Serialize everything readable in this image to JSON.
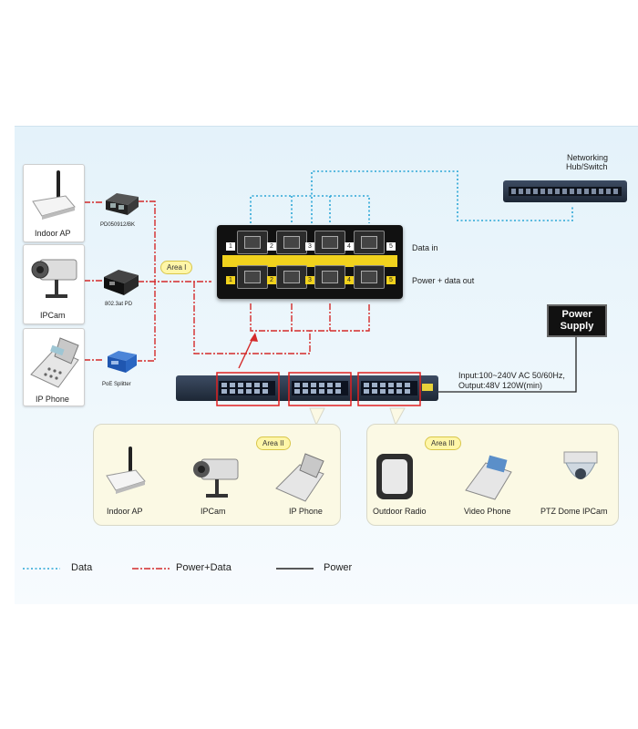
{
  "hub": {
    "label_line1": "Networking",
    "label_line2": "Hub/Switch"
  },
  "devices_left": [
    {
      "label": "Indoor AP"
    },
    {
      "label": "IPCam"
    },
    {
      "label": "IP Phone"
    }
  ],
  "adapters": [
    {
      "label": "PD050912/BK"
    },
    {
      "label": "802.3at PD"
    },
    {
      "label": "PoE Splitter"
    }
  ],
  "injector": {
    "top_numbers": [
      "1",
      "2",
      "3",
      "4",
      "5"
    ],
    "bottom_numbers": [
      "1",
      "2",
      "3",
      "4",
      "5"
    ],
    "data_in_label": "Data in",
    "power_data_label": "Power + data out"
  },
  "power_supply": {
    "line1": "Power",
    "line2": "Supply"
  },
  "spec": {
    "input": "Input:100~240V AC 50/60Hz,",
    "output": "Output:48V 120W(min)"
  },
  "areas": {
    "area1": "Area I",
    "area2": "Area II",
    "area3": "Area III"
  },
  "area2_devices": [
    {
      "label": "Indoor AP"
    },
    {
      "label": "IPCam"
    },
    {
      "label": "IP Phone"
    }
  ],
  "area3_devices": [
    {
      "label": "Outdoor Radio"
    },
    {
      "label": "Video Phone"
    },
    {
      "label": "PTZ Dome IPCam"
    }
  ],
  "legend": {
    "data": "Data",
    "power_data": "Power+Data",
    "power": "Power"
  },
  "colors": {
    "data_line": "#2aa6d6",
    "power_data_line": "#d42a2a",
    "power_line": "#222222",
    "highlight_box": "#e02020"
  }
}
